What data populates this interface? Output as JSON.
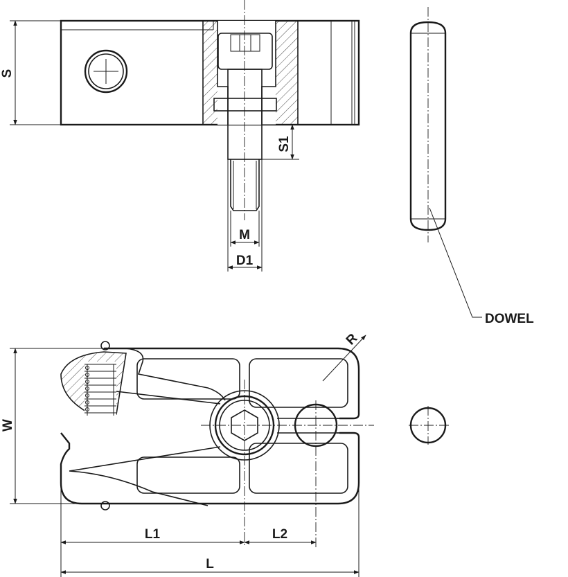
{
  "drawing": {
    "labels": {
      "s": "S",
      "s1": "S1",
      "m": "M",
      "d1": "D1",
      "dowel": "DOWEL",
      "r": "R",
      "w": "W",
      "l1": "L1",
      "l2": "L2",
      "l": "L"
    }
  }
}
